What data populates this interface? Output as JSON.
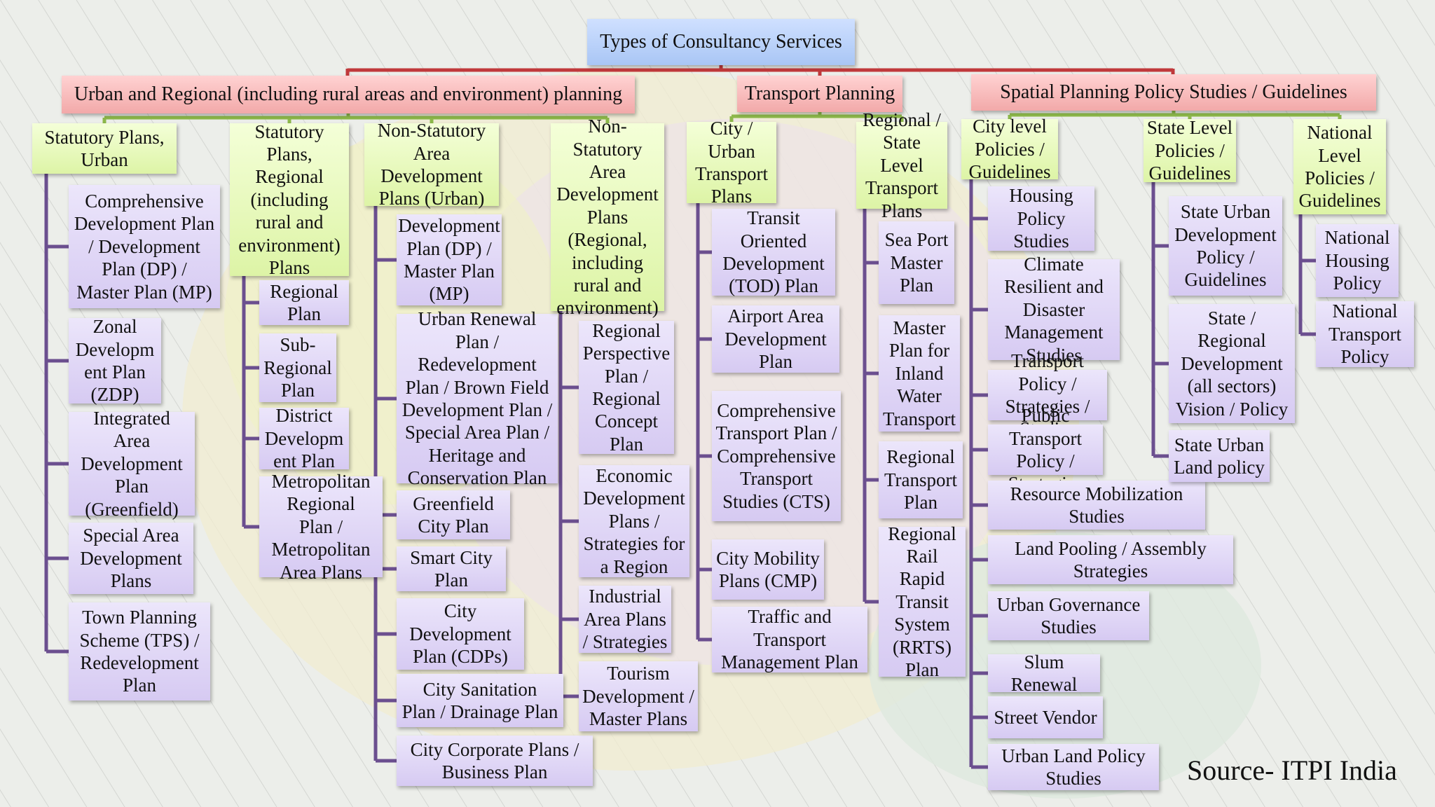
{
  "title": "Types of Consultancy Services",
  "categories": [
    "Urban and Regional (including rural areas and environment) planning",
    "Transport Planning",
    "Spatial Planning Policy Studies / Guidelines"
  ],
  "columns": [
    {
      "heading": "Statutory Plans,\nUrban",
      "items": [
        "Comprehensive\nDevelopment Plan\n/ Development\nPlan (DP) /\nMaster Plan (MP)",
        "Zonal\nDevelopm\nent Plan\n(ZDP)",
        "Integrated\nArea\nDevelopment\nPlan\n(Greenfield)",
        "Special Area\nDevelopment\nPlans",
        "Town Planning\nScheme (TPS) /\nRedevelopment\nPlan"
      ]
    },
    {
      "heading": "Statutory\nPlans,\nRegional\n(including\nrural and\nenvironment)\nPlans",
      "items": [
        "Regional\nPlan",
        "Sub-\nRegional\nPlan",
        "District\nDevelopm\nent Plan",
        "Metropolitan\nRegional\nPlan /\nMetropolitan\nArea Plans"
      ]
    },
    {
      "heading": "Non-Statutory\nArea\nDevelopment\nPlans (Urban)",
      "items": [
        "Development\nPlan (DP) /\nMaster Plan\n(MP)",
        "Urban Renewal\nPlan /\nRedevelopment\nPlan / Brown Field\nDevelopment Plan /\nSpecial Area Plan /\nHeritage and\nConservation Plan",
        "Greenfield\nCity Plan",
        "Smart City\nPlan",
        "City\nDevelopment\nPlan (CDPs)",
        "City Sanitation\nPlan / Drainage Plan",
        "City Corporate Plans /\nBusiness Plan"
      ]
    },
    {
      "heading": "Non-\nStatutory\nArea\nDevelopment\nPlans\n(Regional,\nincluding\nrural and\nenvironment)",
      "items": [
        "Regional\nPerspective\nPlan /\nRegional\nConcept\nPlan",
        "Economic\nDevelopment\nPlans /\nStrategies for\na Region",
        "Industrial\nArea Plans\n/ Strategies",
        "Tourism\nDevelopment /\nMaster Plans"
      ]
    },
    {
      "heading": "City /\nUrban\nTransport\nPlans",
      "items": [
        "Transit\nOriented\nDevelopment\n(TOD) Plan",
        "Airport Area\nDevelopment\nPlan",
        "Comprehensive\nTransport Plan /\nComprehensive\nTransport\nStudies (CTS)",
        "City Mobility\nPlans (CMP)",
        "Traffic and\nTransport\nManagement Plan"
      ]
    },
    {
      "heading": "Regional /\nState Level\nTransport\nPlans",
      "items": [
        "Sea Port\nMaster\nPlan",
        "Master\nPlan for\nInland\nWater\nTransport",
        "Regional\nTransport\nPlan",
        "Regional\nRail\nRapid\nTransit\nSystem\n(RRTS)\nPlan"
      ]
    },
    {
      "heading": "City level\nPolicies /\nGuidelines",
      "items": [
        "Housing\nPolicy\nStudies",
        "Climate\nResilient and\nDisaster\nManagement\nStudies",
        "Transport Policy /\nStrategies / Studies",
        "Public Transport\nPolicy / Strategies",
        "Resource Mobilization\nStudies",
        "Land Pooling / Assembly\nStrategies",
        "Urban Governance\nStudies",
        "Slum Renewal",
        "Street Vendor",
        "Urban Land Policy\nStudies"
      ]
    },
    {
      "heading": "State Level\nPolicies /\nGuidelines",
      "items": [
        "State Urban\nDevelopment\nPolicy /\nGuidelines",
        "State /\nRegional\nDevelopment\n(all sectors)\nVision / Policy",
        "State Urban\nLand policy"
      ]
    },
    {
      "heading": "National\nLevel\nPolicies /\nGuidelines",
      "items": [
        "National\nHousing\nPolicy",
        "National\nTransport\nPolicy"
      ]
    }
  ],
  "source": "Source- ITPI India"
}
